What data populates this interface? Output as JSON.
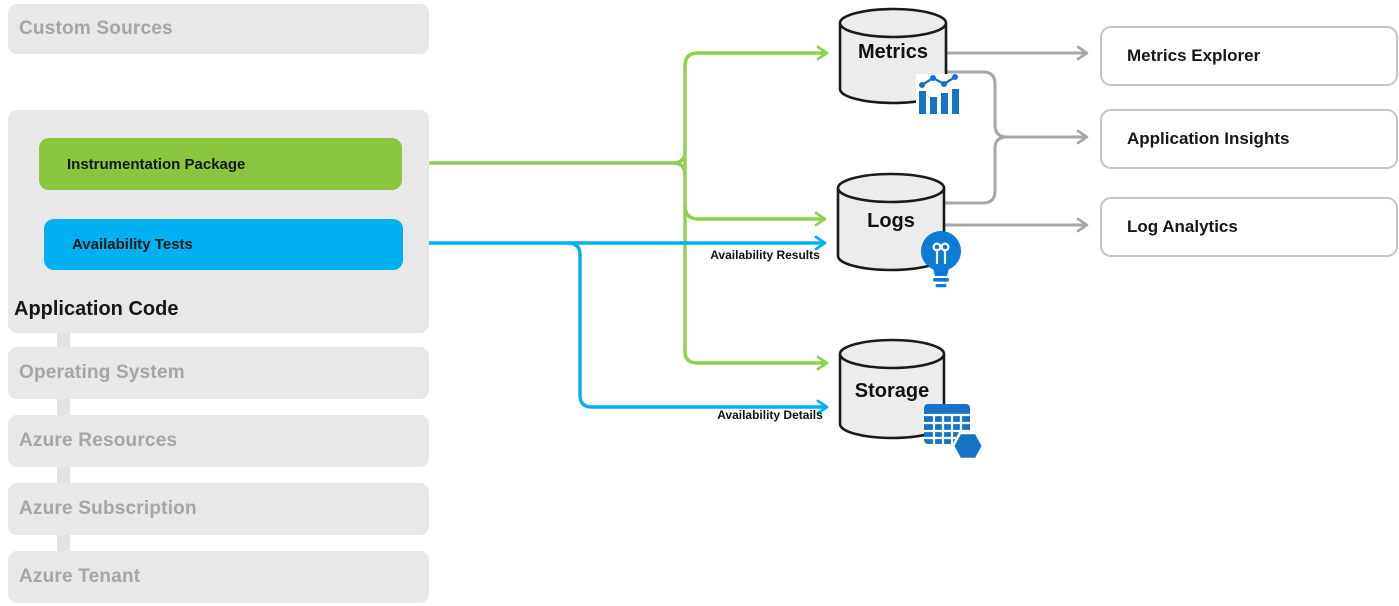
{
  "colors": {
    "green_box": "#8cc63f",
    "green_line": "#8fd14f",
    "blue": "#00b0f0",
    "gray_box_fill": "#e8e8e8",
    "gray_box_text": "#a6a6a6",
    "connector_gray": "#a6a6a6",
    "destination_border": "#c4c4c4",
    "icon_blue": "#1673c6",
    "cylinder_fill": "#ececec"
  },
  "left_panel": {
    "custom_sources": "Custom Sources",
    "application_code": {
      "instrumentation_package": "Instrumentation Package",
      "availability_tests": "Availability Tests",
      "label": "Application Code"
    },
    "stack": [
      "Operating System",
      "Azure Resources",
      "Azure Subscription",
      "Azure Tenant"
    ]
  },
  "stores": [
    {
      "name": "Metrics",
      "icon": "bar-chart-icon"
    },
    {
      "name": "Logs",
      "icon": "lightbulb-icon"
    },
    {
      "name": "Storage",
      "icon": "table-hexagon-icon"
    }
  ],
  "destinations": [
    {
      "label": "Metrics Explorer"
    },
    {
      "label": "Application Insights"
    },
    {
      "label": "Log Analytics"
    }
  ],
  "edge_labels": {
    "availability_results": "Availability Results",
    "availability_details": "Availability Details"
  }
}
